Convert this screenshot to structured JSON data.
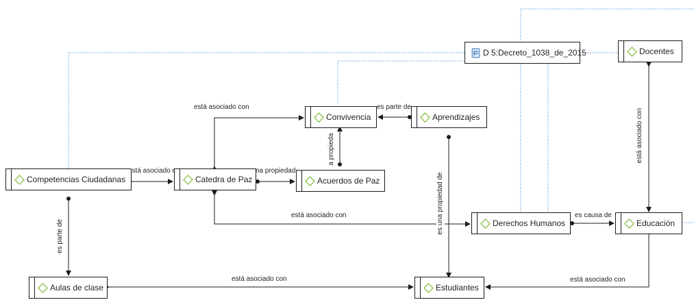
{
  "diagram": {
    "nodes": {
      "decreto": "D 5:Decreto_1038_de_2015",
      "docentes": "Docentes",
      "convivencia": "Convivencia",
      "aprendizajes": "Aprendizajes",
      "competencias": "Competencias Ciudadanas",
      "catedra": "Catedra de Paz",
      "acuerdos": "Acuerdos de Paz",
      "derechos": "Derechos Humanos",
      "educacion": "Educación",
      "aulas": "Aulas de clase",
      "estudiantes": "Estudiantes"
    },
    "edge_labels": {
      "catedra_convivencia": "está asociado con",
      "aprendizajes_convivencia": "es parte de",
      "acuerdos_convivencia": "a propieda",
      "competencias_catedra": "está asociado c",
      "catedra_acuerdos": "na propiedad",
      "aprendizajes_estudiantes": "es una propiedad de",
      "catedra_derechos": "está asociado con",
      "derechos_educacion": "es causa de",
      "docentes_educacion": "está asociado con",
      "competencias_aulas": "es parte de",
      "aulas_estudiantes": "está asociado con",
      "educacion_estudiantes": "está asociado con"
    },
    "colors": {
      "node_border": "#1b1b1b",
      "edge": "#1b1b1b",
      "dotted_link": "#4a90d9",
      "diamond_icon": "#8cc34b",
      "document_icon": "#4a7fc1"
    },
    "icons": {
      "concept": "green-diamond-icon",
      "document": "document-icon"
    }
  }
}
